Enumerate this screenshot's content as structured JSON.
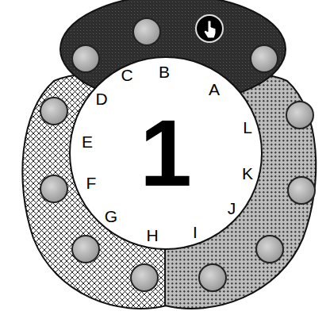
{
  "diagram": {
    "nodes": [
      {
        "text": [
          "1"
        ]
      }
    ],
    "labels": [
      "A",
      "B",
      "C",
      "D",
      "E",
      "F",
      "G",
      "H",
      "I",
      "J",
      "K",
      "L"
    ]
  }
}
